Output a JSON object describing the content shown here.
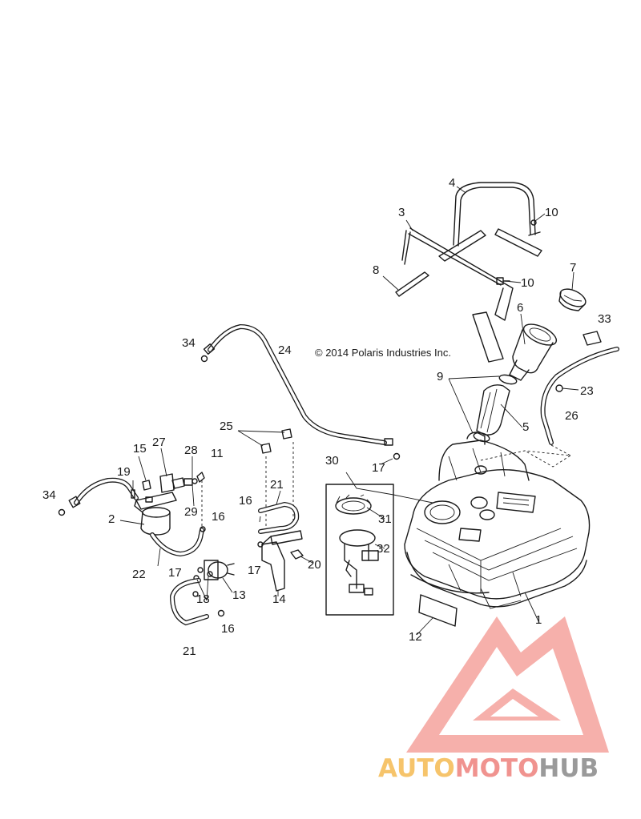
{
  "copyright": "© 2014 Polaris Industries Inc.",
  "callouts": [
    {
      "id": "c1",
      "label": "1"
    },
    {
      "id": "c2",
      "label": "2"
    },
    {
      "id": "c3",
      "label": "3"
    },
    {
      "id": "c4",
      "label": "4"
    },
    {
      "id": "c5",
      "label": "5"
    },
    {
      "id": "c6",
      "label": "6"
    },
    {
      "id": "c7",
      "label": "7"
    },
    {
      "id": "c8",
      "label": "8"
    },
    {
      "id": "c9",
      "label": "9"
    },
    {
      "id": "c10a",
      "label": "10"
    },
    {
      "id": "c10b",
      "label": "10"
    },
    {
      "id": "c11",
      "label": "11"
    },
    {
      "id": "c12",
      "label": "12"
    },
    {
      "id": "c13",
      "label": "13"
    },
    {
      "id": "c14",
      "label": "14"
    },
    {
      "id": "c15",
      "label": "15"
    },
    {
      "id": "c16a",
      "label": "16"
    },
    {
      "id": "c16b",
      "label": "16"
    },
    {
      "id": "c16c",
      "label": "16"
    },
    {
      "id": "c17a",
      "label": "17"
    },
    {
      "id": "c17b",
      "label": "17"
    },
    {
      "id": "c17c",
      "label": "17"
    },
    {
      "id": "c18",
      "label": "18"
    },
    {
      "id": "c19",
      "label": "19"
    },
    {
      "id": "c20",
      "label": "20"
    },
    {
      "id": "c21a",
      "label": "21"
    },
    {
      "id": "c21b",
      "label": "21"
    },
    {
      "id": "c22",
      "label": "22"
    },
    {
      "id": "c23",
      "label": "23"
    },
    {
      "id": "c24",
      "label": "24"
    },
    {
      "id": "c25",
      "label": "25"
    },
    {
      "id": "c26",
      "label": "26"
    },
    {
      "id": "c27",
      "label": "27"
    },
    {
      "id": "c28",
      "label": "28"
    },
    {
      "id": "c29",
      "label": "29"
    },
    {
      "id": "c30",
      "label": "30"
    },
    {
      "id": "c31",
      "label": "31"
    },
    {
      "id": "c32",
      "label": "32"
    },
    {
      "id": "c33",
      "label": "33"
    },
    {
      "id": "c34a",
      "label": "34"
    },
    {
      "id": "c34b",
      "label": "34"
    }
  ],
  "watermark": {
    "part1": "AUTO",
    "part2": "MOTO",
    "part3": "HUB",
    "colors": {
      "part1": "#f6c46b",
      "part2": "#f0938f",
      "part3": "#9a9a9a",
      "emblem": "#f4a29c"
    }
  }
}
